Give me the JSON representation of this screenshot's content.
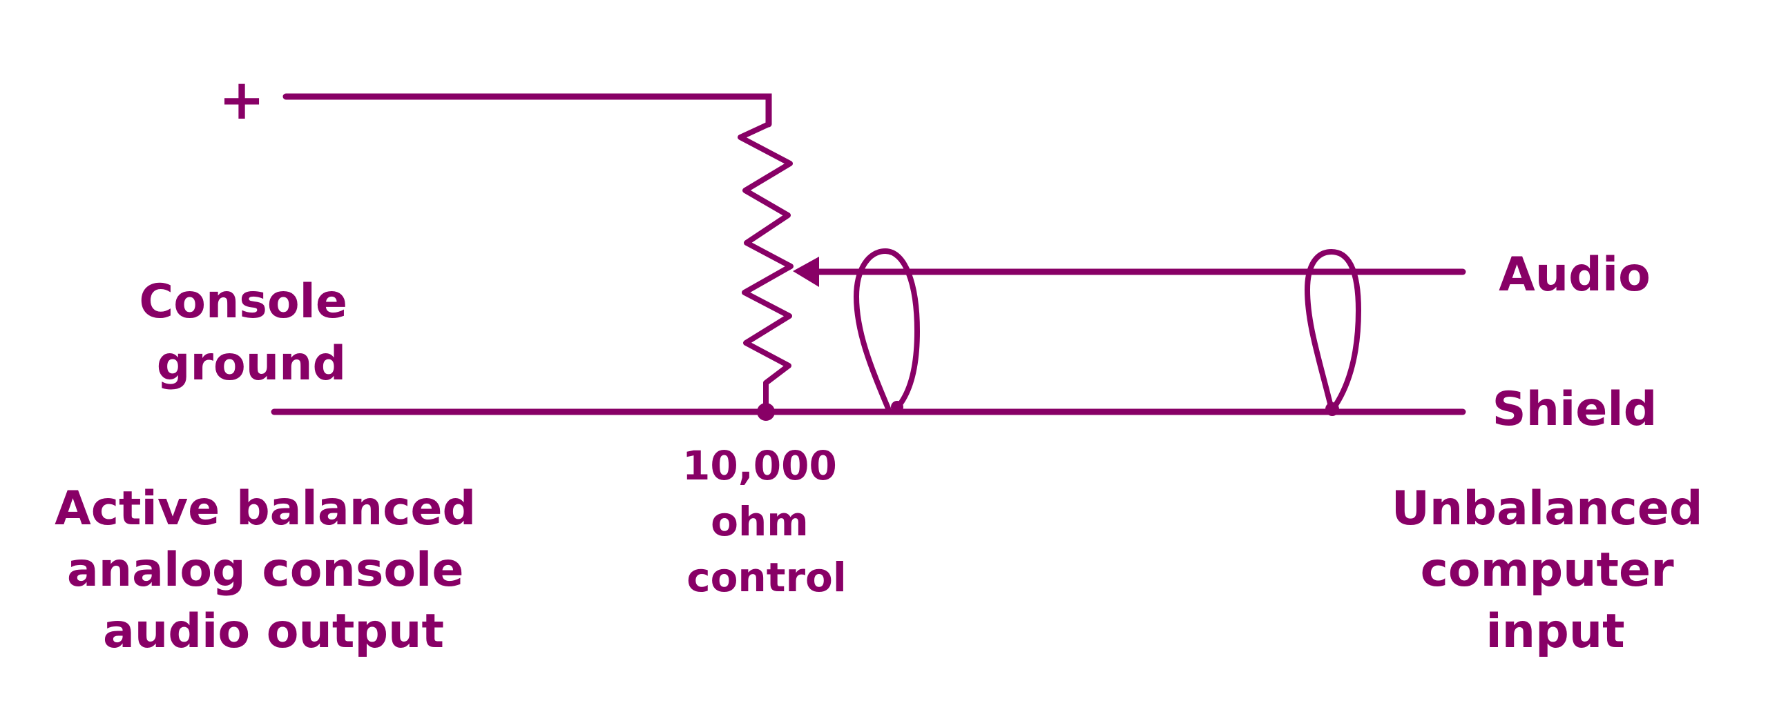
{
  "diagram": {
    "colors": {
      "ink": "#880066",
      "background": "#ffffff"
    },
    "labels": {
      "plus": "+",
      "console_ground": [
        "Console",
        "ground"
      ],
      "audio": "Audio",
      "shield": "Shield",
      "control": [
        "10,000",
        "ohm",
        "control"
      ],
      "source": [
        "Active balanced",
        "analog console",
        "audio output"
      ],
      "destination": [
        "Unbalanced",
        "computer",
        "input"
      ]
    },
    "components": [
      {
        "type": "wire",
        "name": "positive-output-wire"
      },
      {
        "type": "potentiometer",
        "name": "10,000 ohm control"
      },
      {
        "type": "wiper-arrow",
        "name": "audio-tap"
      },
      {
        "type": "wire",
        "name": "audio-wire"
      },
      {
        "type": "wire",
        "name": "shield-ground-wire"
      },
      {
        "type": "shielded-cable-loop",
        "count": 2
      },
      {
        "type": "junction",
        "name": "ground-junction"
      }
    ]
  }
}
